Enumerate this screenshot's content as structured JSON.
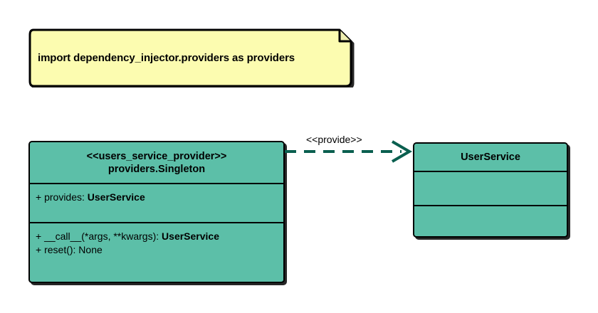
{
  "diagram": {
    "type": "uml-class-diagram",
    "background_color": "#ffffff",
    "note": {
      "text": "import dependency_injector.providers as providers",
      "fill_color": "#fcfcb0",
      "border_color": "#000000"
    },
    "classes": [
      {
        "id": "users-service-provider",
        "stereotype": "<<users_service_provider>>",
        "name": "providers.Singleton",
        "fill_color": "#5cbfa8",
        "border_color": "#000000",
        "attributes": [
          {
            "visibility": "+",
            "text": "provides: ",
            "type": "UserService"
          }
        ],
        "operations": [
          {
            "visibility": "+",
            "text": "__call__(*args, **kwargs): ",
            "type": "UserService"
          },
          {
            "visibility": "+",
            "text": "reset(): None",
            "type": ""
          }
        ]
      },
      {
        "id": "user-service",
        "stereotype": "",
        "name": "UserService",
        "fill_color": "#5cbfa8",
        "border_color": "#000000",
        "attributes": [],
        "operations": []
      }
    ],
    "relationships": [
      {
        "id": "provide-dependency",
        "kind": "dependency",
        "label": "<<provide>>",
        "from": "users-service-provider",
        "to": "user-service",
        "line_style": "dashed",
        "arrow_head": "open",
        "color": "#0a5f4f"
      }
    ]
  }
}
